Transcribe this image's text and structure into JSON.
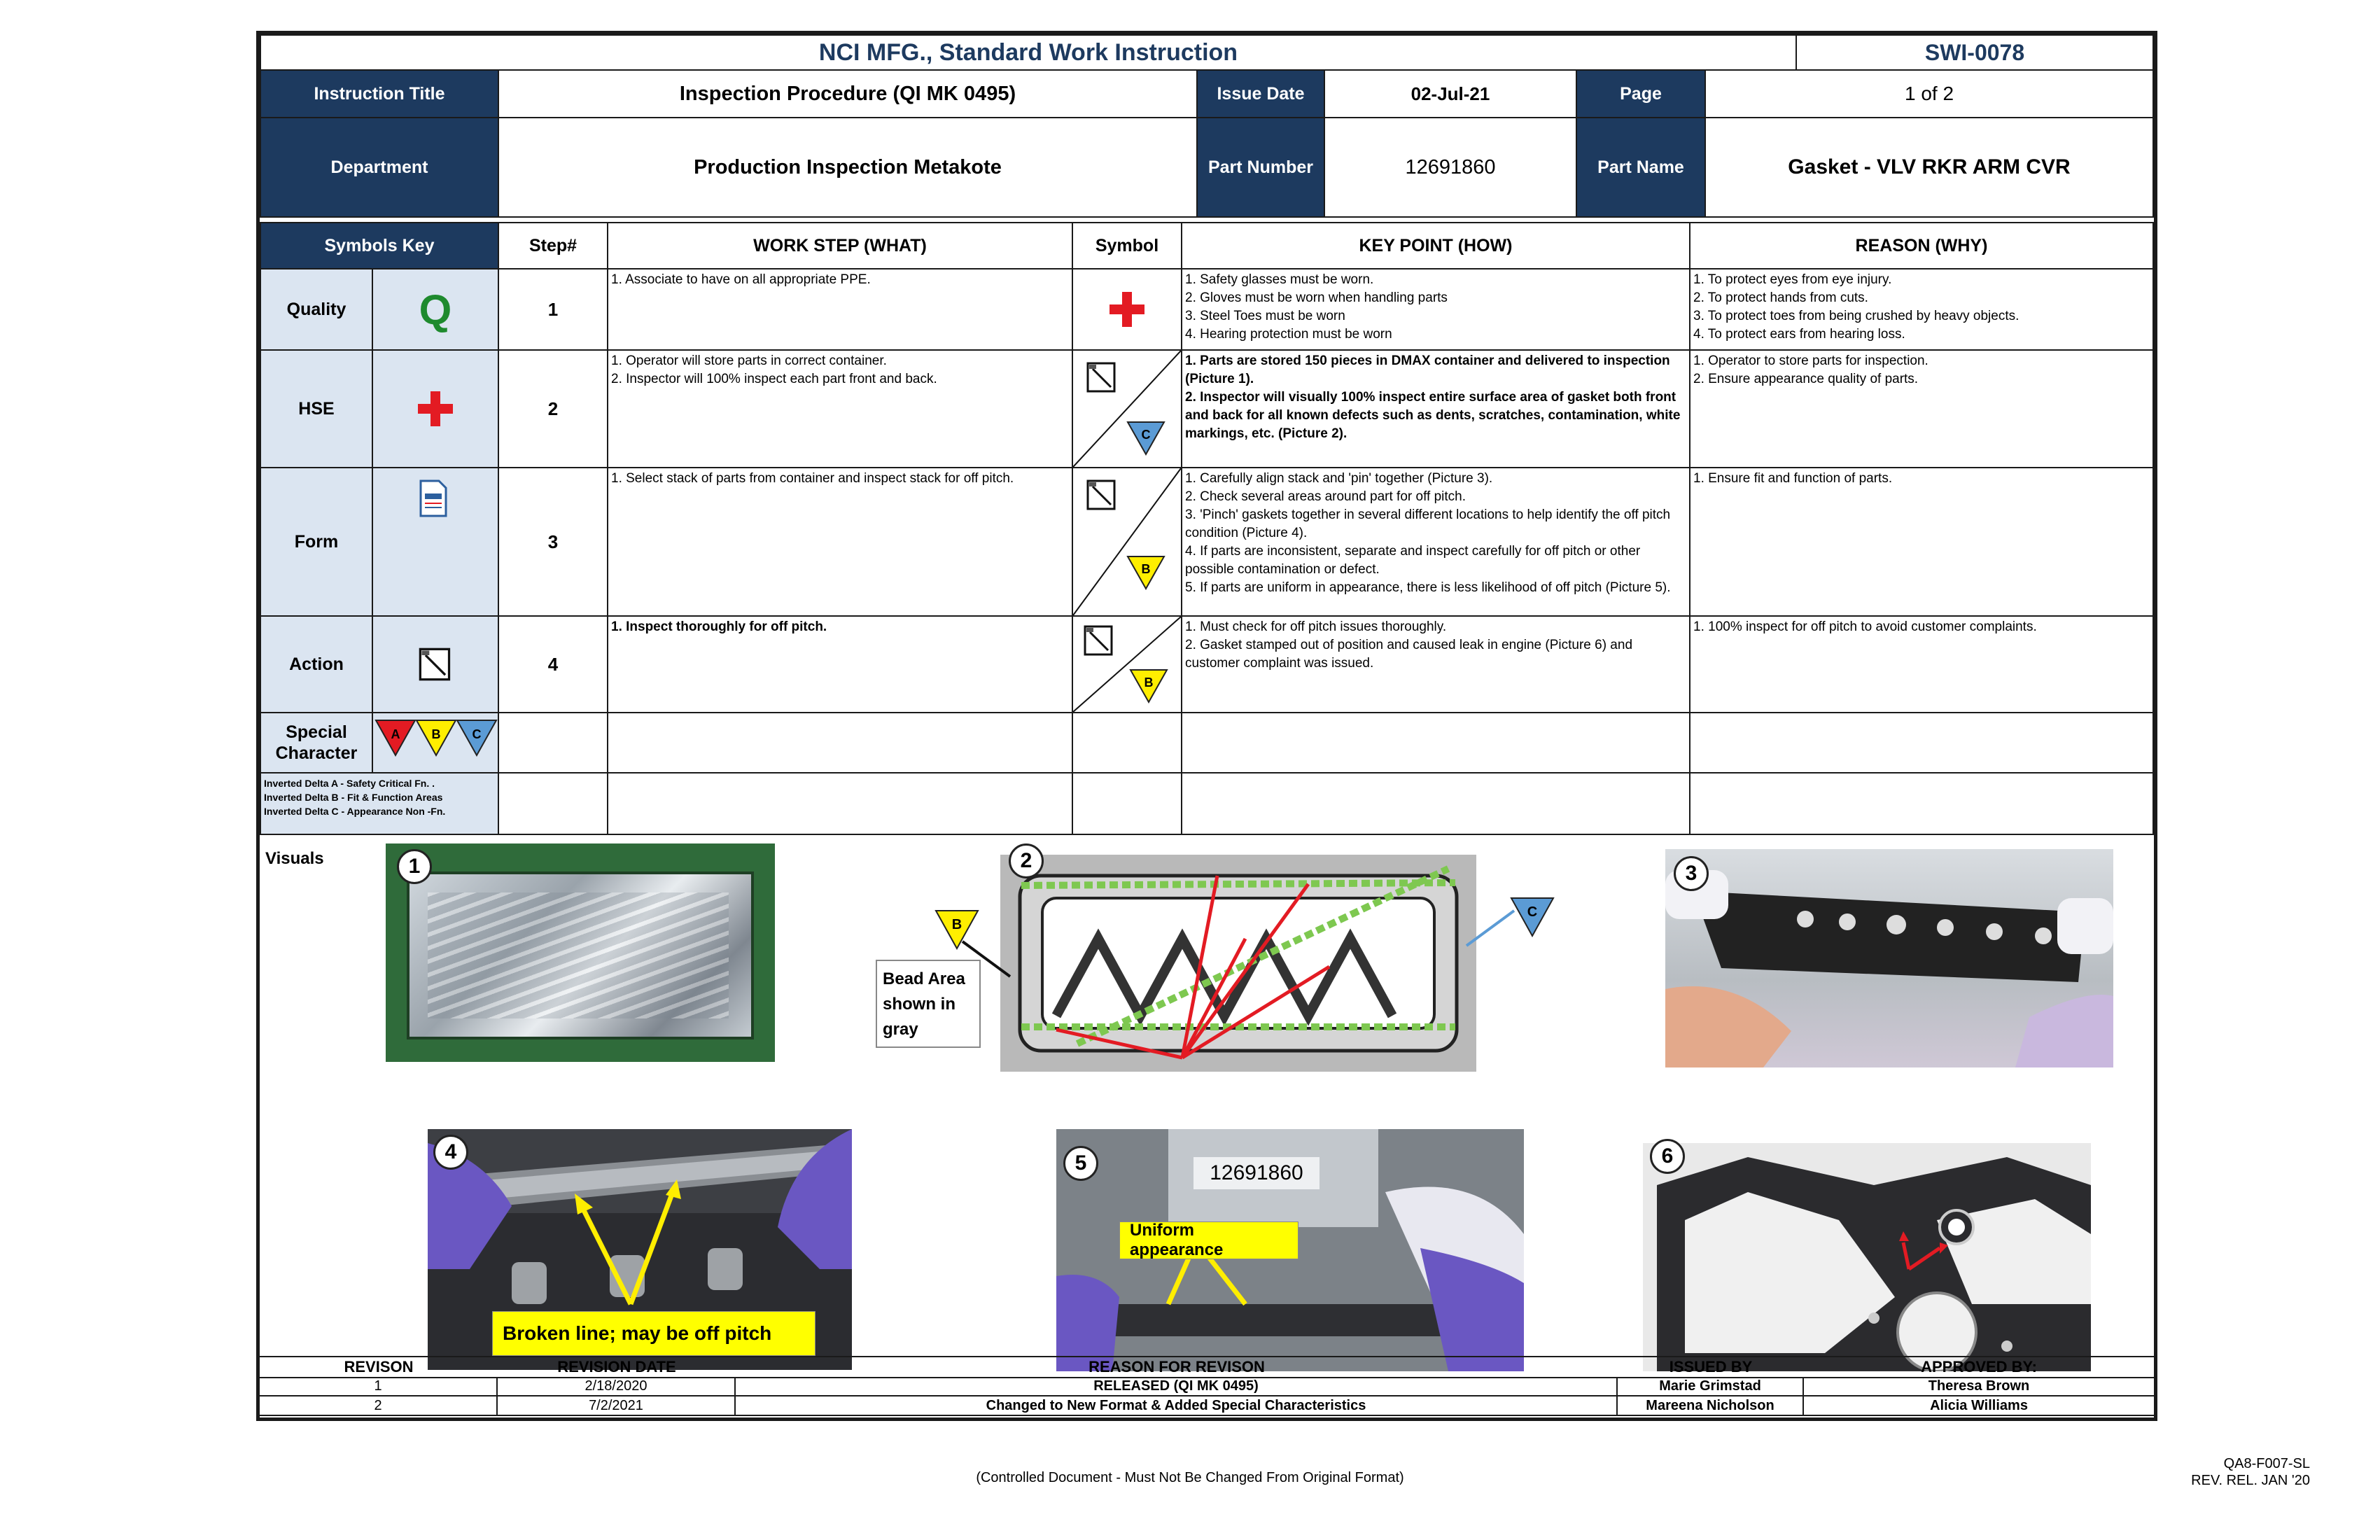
{
  "header": {
    "company_title": "NCI MFG., Standard Work Instruction",
    "doc_number": "SWI-0078",
    "instruction_title_label": "Instruction Title",
    "instruction_title": "Inspection Procedure (QI MK 0495)",
    "issue_date_label": "Issue Date",
    "issue_date": "02-Jul-21",
    "page_label": "Page",
    "page_value": "1 of 2",
    "department_label": "Department",
    "department": "Production Inspection Metakote",
    "part_number_label": "Part Number",
    "part_number": "12691860",
    "part_name_label": "Part Name",
    "part_name": "Gasket - VLV RKR ARM CVR"
  },
  "columns": {
    "symbols_key": "Symbols Key",
    "step": "Step#",
    "work_step": "WORK STEP (WHAT)",
    "symbol": "Symbol",
    "key_point": "KEY POINT (HOW)",
    "reason": "REASON (WHY)"
  },
  "symbols_key": {
    "quality": "Quality",
    "quality_glyph": "Q",
    "hse": "HSE",
    "form": "Form",
    "action": "Action",
    "special_character": "Special Character",
    "delta_a": "A",
    "delta_b": "B",
    "delta_c": "C",
    "legend": [
      "Inverted Delta A - Safety Critical Fn. .",
      "Inverted Delta B - Fit & Function Areas",
      "Inverted Delta C  - Appearance Non -Fn."
    ]
  },
  "steps": [
    {
      "number": "1",
      "what": [
        "1. Associate to have on all appropriate PPE."
      ],
      "how": [
        "1. Safety glasses must be worn.",
        "2. Gloves must be worn when handling parts",
        "3. Steel Toes must be worn",
        "4. Hearing protection must be worn"
      ],
      "why": [
        "1. To protect eyes from eye injury.",
        "2. To protect hands from cuts.",
        "3. To protect toes from being crushed by heavy objects.",
        "4. To protect ears from hearing loss."
      ]
    },
    {
      "number": "2",
      "what": [
        "1. Operator will store parts in correct container.",
        "2. Inspector will 100% inspect each part front and back."
      ],
      "how": [
        "1. Parts are stored 150 pieces in DMAX container and delivered to inspection (Picture 1).",
        "2. Inspector will visually 100% inspect entire surface area of gasket both front and back for all known defects such as dents, scratches, contamination, white markings, etc. (Picture 2)."
      ],
      "why": [
        "1. Operator to store parts for inspection.",
        "2. Ensure appearance quality of parts."
      ],
      "delta": "C"
    },
    {
      "number": "3",
      "what": [
        "1. Select stack of parts from container and inspect stack for off pitch."
      ],
      "how": [
        "1. Carefully align stack and 'pin' together (Picture 3).",
        "2. Check several areas around part for off pitch.",
        "3. 'Pinch' gaskets together in several different locations to help identify the off pitch condition (Picture 4).",
        "4. If parts are inconsistent, separate and inspect carefully for off pitch or other possible contamination or defect.",
        "5. If parts are uniform in appearance, there is less likelihood of off pitch (Picture 5)."
      ],
      "why": [
        "1. Ensure fit and function of parts."
      ],
      "delta": "B"
    },
    {
      "number": "4",
      "what": [
        "1. Inspect thoroughly for off pitch."
      ],
      "how": [
        "1. Must check for off pitch issues thoroughly.",
        "2. Gasket stamped out of position and caused leak in engine (Picture 6) and customer complaint was issued."
      ],
      "why": [
        "1. 100% inspect for off pitch to avoid customer complaints."
      ],
      "delta": "B"
    }
  ],
  "visuals": {
    "label": "Visuals",
    "numbers": [
      "1",
      "2",
      "3",
      "4",
      "5",
      "6"
    ],
    "bead_area_note": "Bead Area shown in gray",
    "delta_b": "B",
    "delta_c": "C",
    "broken_line_note": "Broken line; may be off pitch",
    "uniform_note": "Uniform appearance",
    "stack_part_number": "12691860"
  },
  "revisions": {
    "headers": [
      "REVISON",
      "REVISION DATE",
      "REASON FOR REVISON",
      "ISSUED BY",
      "APPROVED BY:"
    ],
    "rows": [
      [
        "1",
        "2/18/2020",
        "RELEASED (QI MK 0495)",
        "Marie Grimstad",
        "Theresa Brown"
      ],
      [
        "2",
        "7/2/2021",
        "Changed to New Format & Added Special Characteristics",
        "Mareena Nicholson",
        "Alicia Williams"
      ]
    ]
  },
  "footer": {
    "controlled_note": "(Controlled Document - Must Not Be Changed From Original Format)",
    "form_code": "QA8-F007-SL",
    "rev_rel": "REV. REL. JAN '20"
  },
  "colors": {
    "header_navy": "#1d3a5f",
    "key_blue": "#dbe5f1",
    "quality_green": "#1e8a2e",
    "hse_red": "#e31b23",
    "delta_a": "#e31b23",
    "delta_b": "#ffee00",
    "delta_c": "#5b9bd5"
  }
}
